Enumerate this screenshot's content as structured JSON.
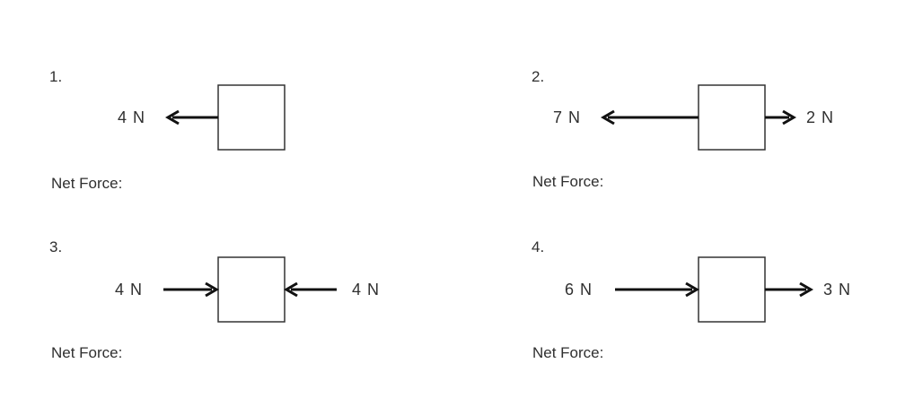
{
  "problems": [
    {
      "number": "1.",
      "net_force_label": "Net Force:",
      "forces": [
        {
          "label": "4 N",
          "direction": "left"
        }
      ]
    },
    {
      "number": "2.",
      "net_force_label": "Net Force:",
      "forces": [
        {
          "label": "7 N",
          "direction": "left"
        },
        {
          "label": "2 N",
          "direction": "right"
        }
      ]
    },
    {
      "number": "3.",
      "net_force_label": "Net Force:",
      "forces": [
        {
          "label": "4 N",
          "direction": "right"
        },
        {
          "label": "4 N",
          "direction": "left"
        }
      ]
    },
    {
      "number": "4.",
      "net_force_label": "Net Force:",
      "forces": [
        {
          "label": "6 N",
          "direction": "right"
        },
        {
          "label": "3 N",
          "direction": "right"
        }
      ]
    }
  ]
}
